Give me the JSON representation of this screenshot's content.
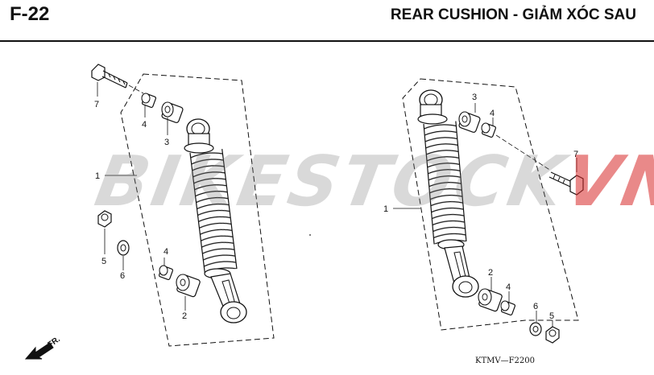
{
  "header": {
    "code": "F-22",
    "title": "REAR CUSHION - GIẢM XÓC SAU"
  },
  "watermark": {
    "part1": "BIKESTOCK",
    "part2": "VN",
    "colors": {
      "part1": "#8a8a8a",
      "part2": "#d62828"
    }
  },
  "callouts": {
    "left": {
      "bolt": "7",
      "bushing_small_upper": "4",
      "bushing_large_upper": "3",
      "cushion": "1",
      "nut": "5",
      "washer": "6",
      "bushing_small_lower": "4",
      "bushing_large_lower": "2"
    },
    "right": {
      "bushing_large_upper": "3",
      "bushing_small_upper": "4",
      "bolt": "7",
      "cushion": "1",
      "bushing_large_lower": "2",
      "bushing_small_lower": "4",
      "washer": "6",
      "nut": "5"
    }
  },
  "direction_label": "FR.",
  "catalog_code": "KTMV—F2200"
}
